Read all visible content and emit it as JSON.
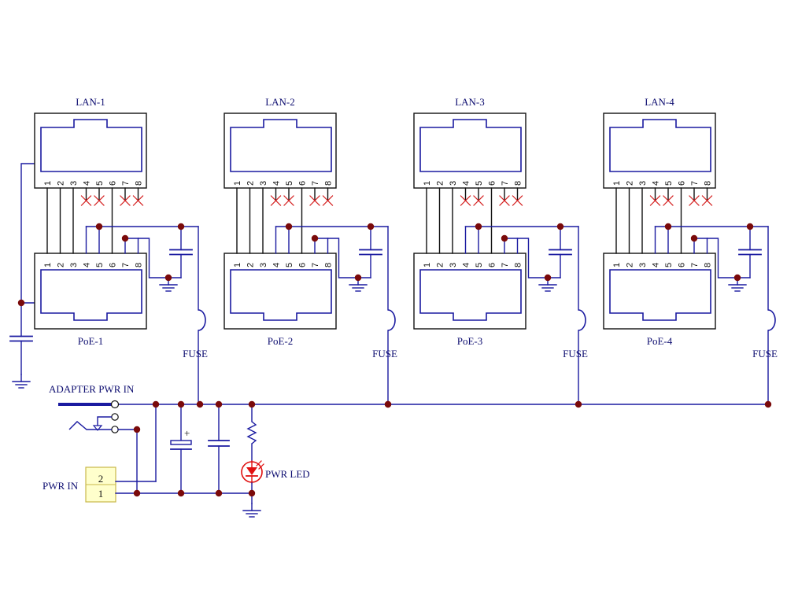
{
  "labels": {
    "adapter_pwr_in": "ADAPTER PWR IN",
    "pwr_in": "PWR IN",
    "pwr_led": "PWR LED",
    "fuse": "FUSE",
    "connector_pin_top": "2",
    "connector_pin_bottom": "1",
    "cap_polarity": "+"
  },
  "pin_labels": [
    "1",
    "2",
    "3",
    "4",
    "5",
    "6",
    "7",
    "8"
  ],
  "channels": [
    {
      "lan": "LAN-1",
      "poe": "PoE-1"
    },
    {
      "lan": "LAN-2",
      "poe": "PoE-2"
    },
    {
      "lan": "LAN-3",
      "poe": "PoE-3"
    },
    {
      "lan": "LAN-4",
      "poe": "PoE-4"
    }
  ],
  "colors": {
    "wire": "#1a1aa0",
    "signal": "#111111",
    "node": "#7a0a0a",
    "nc_mark": "#d42020",
    "led": "#e01010",
    "connector_fill": "#ffffcc",
    "connector_border": "#c8b84a"
  }
}
